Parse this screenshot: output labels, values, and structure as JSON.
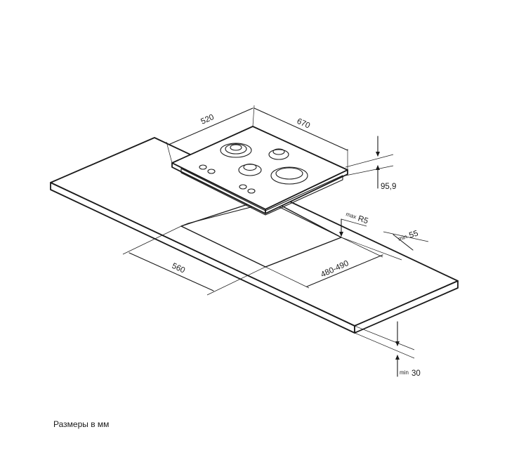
{
  "dimensions": {
    "hob_depth": "520",
    "hob_width": "670",
    "hob_height": "95,9",
    "cutout_corner_prefix": "max",
    "cutout_corner": "R5",
    "cutout_depth": "480-490",
    "cutout_width": "560",
    "edge_distance_prefix": "min",
    "edge_distance": "55",
    "worktop_thickness_prefix": "min",
    "worktop_thickness": "30"
  },
  "note": "Размеры в мм",
  "colors": {
    "line": "#1a1a1a",
    "background": "#ffffff"
  }
}
